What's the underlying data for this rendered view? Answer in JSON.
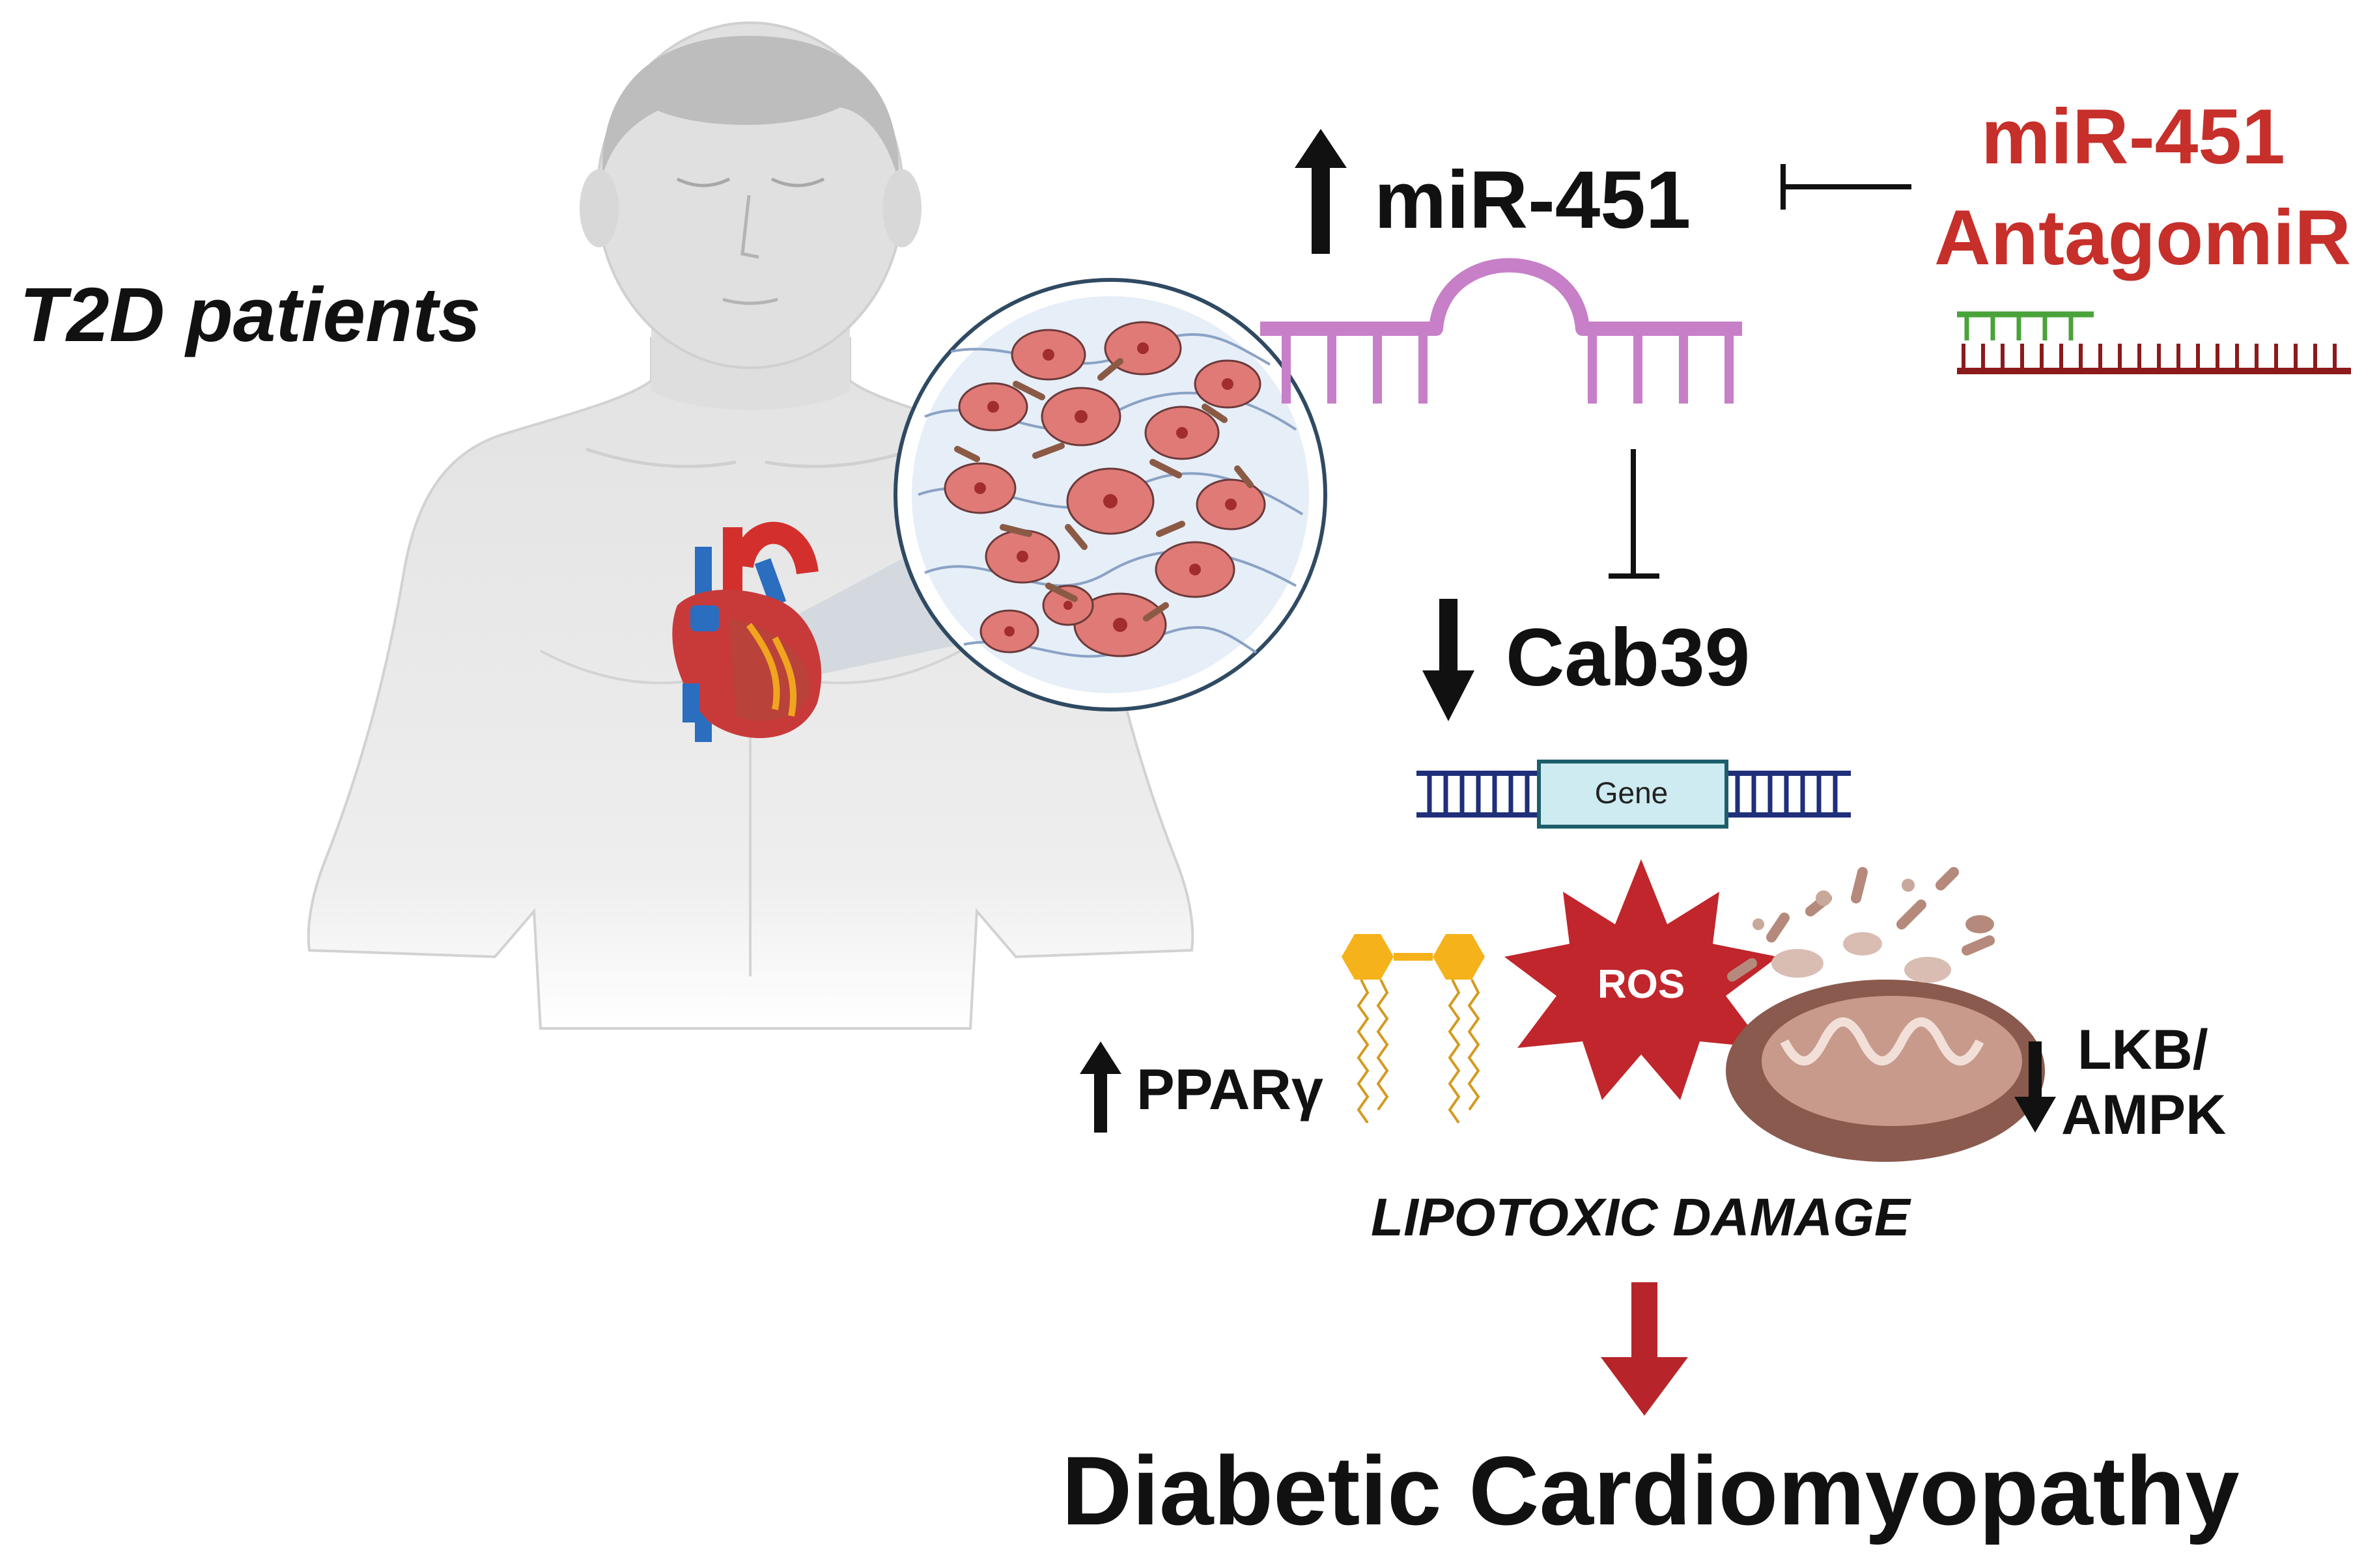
{
  "figure": {
    "patient_label": "T2D patients",
    "mirna_label": "miR-451",
    "antagomir_line1": "miR-451",
    "antagomir_line2": "AntagomiR",
    "target_label": "Cab39",
    "gene_label": "Gene",
    "ros_label": "ROS",
    "ppar_label": "PPARγ",
    "lkb_line1": "LKB/",
    "lkb_line2": "AMPK",
    "damage_label": "LIPOTOXIC DAMAGE",
    "outcome_label": "Diabetic Cardiomyopathy"
  },
  "colors": {
    "text": "#111111",
    "antagomir_red": "#c62f2a",
    "mirna_purple": "#c77fc7",
    "ros_red": "#c0262c",
    "arrow_red": "#b7252a",
    "dna_blue": "#1f2f7a",
    "gene_box": "#cdebf0",
    "lipid_gold": "#f5b21a",
    "mito_brown": "#8a5a4e",
    "body_gray": "#e4e4e4",
    "hair_gray": "#bcbcbc"
  },
  "icons": {
    "up_arrow": "up-arrow-icon",
    "down_arrow": "down-arrow-icon",
    "inhibit": "inhibition-icon"
  }
}
